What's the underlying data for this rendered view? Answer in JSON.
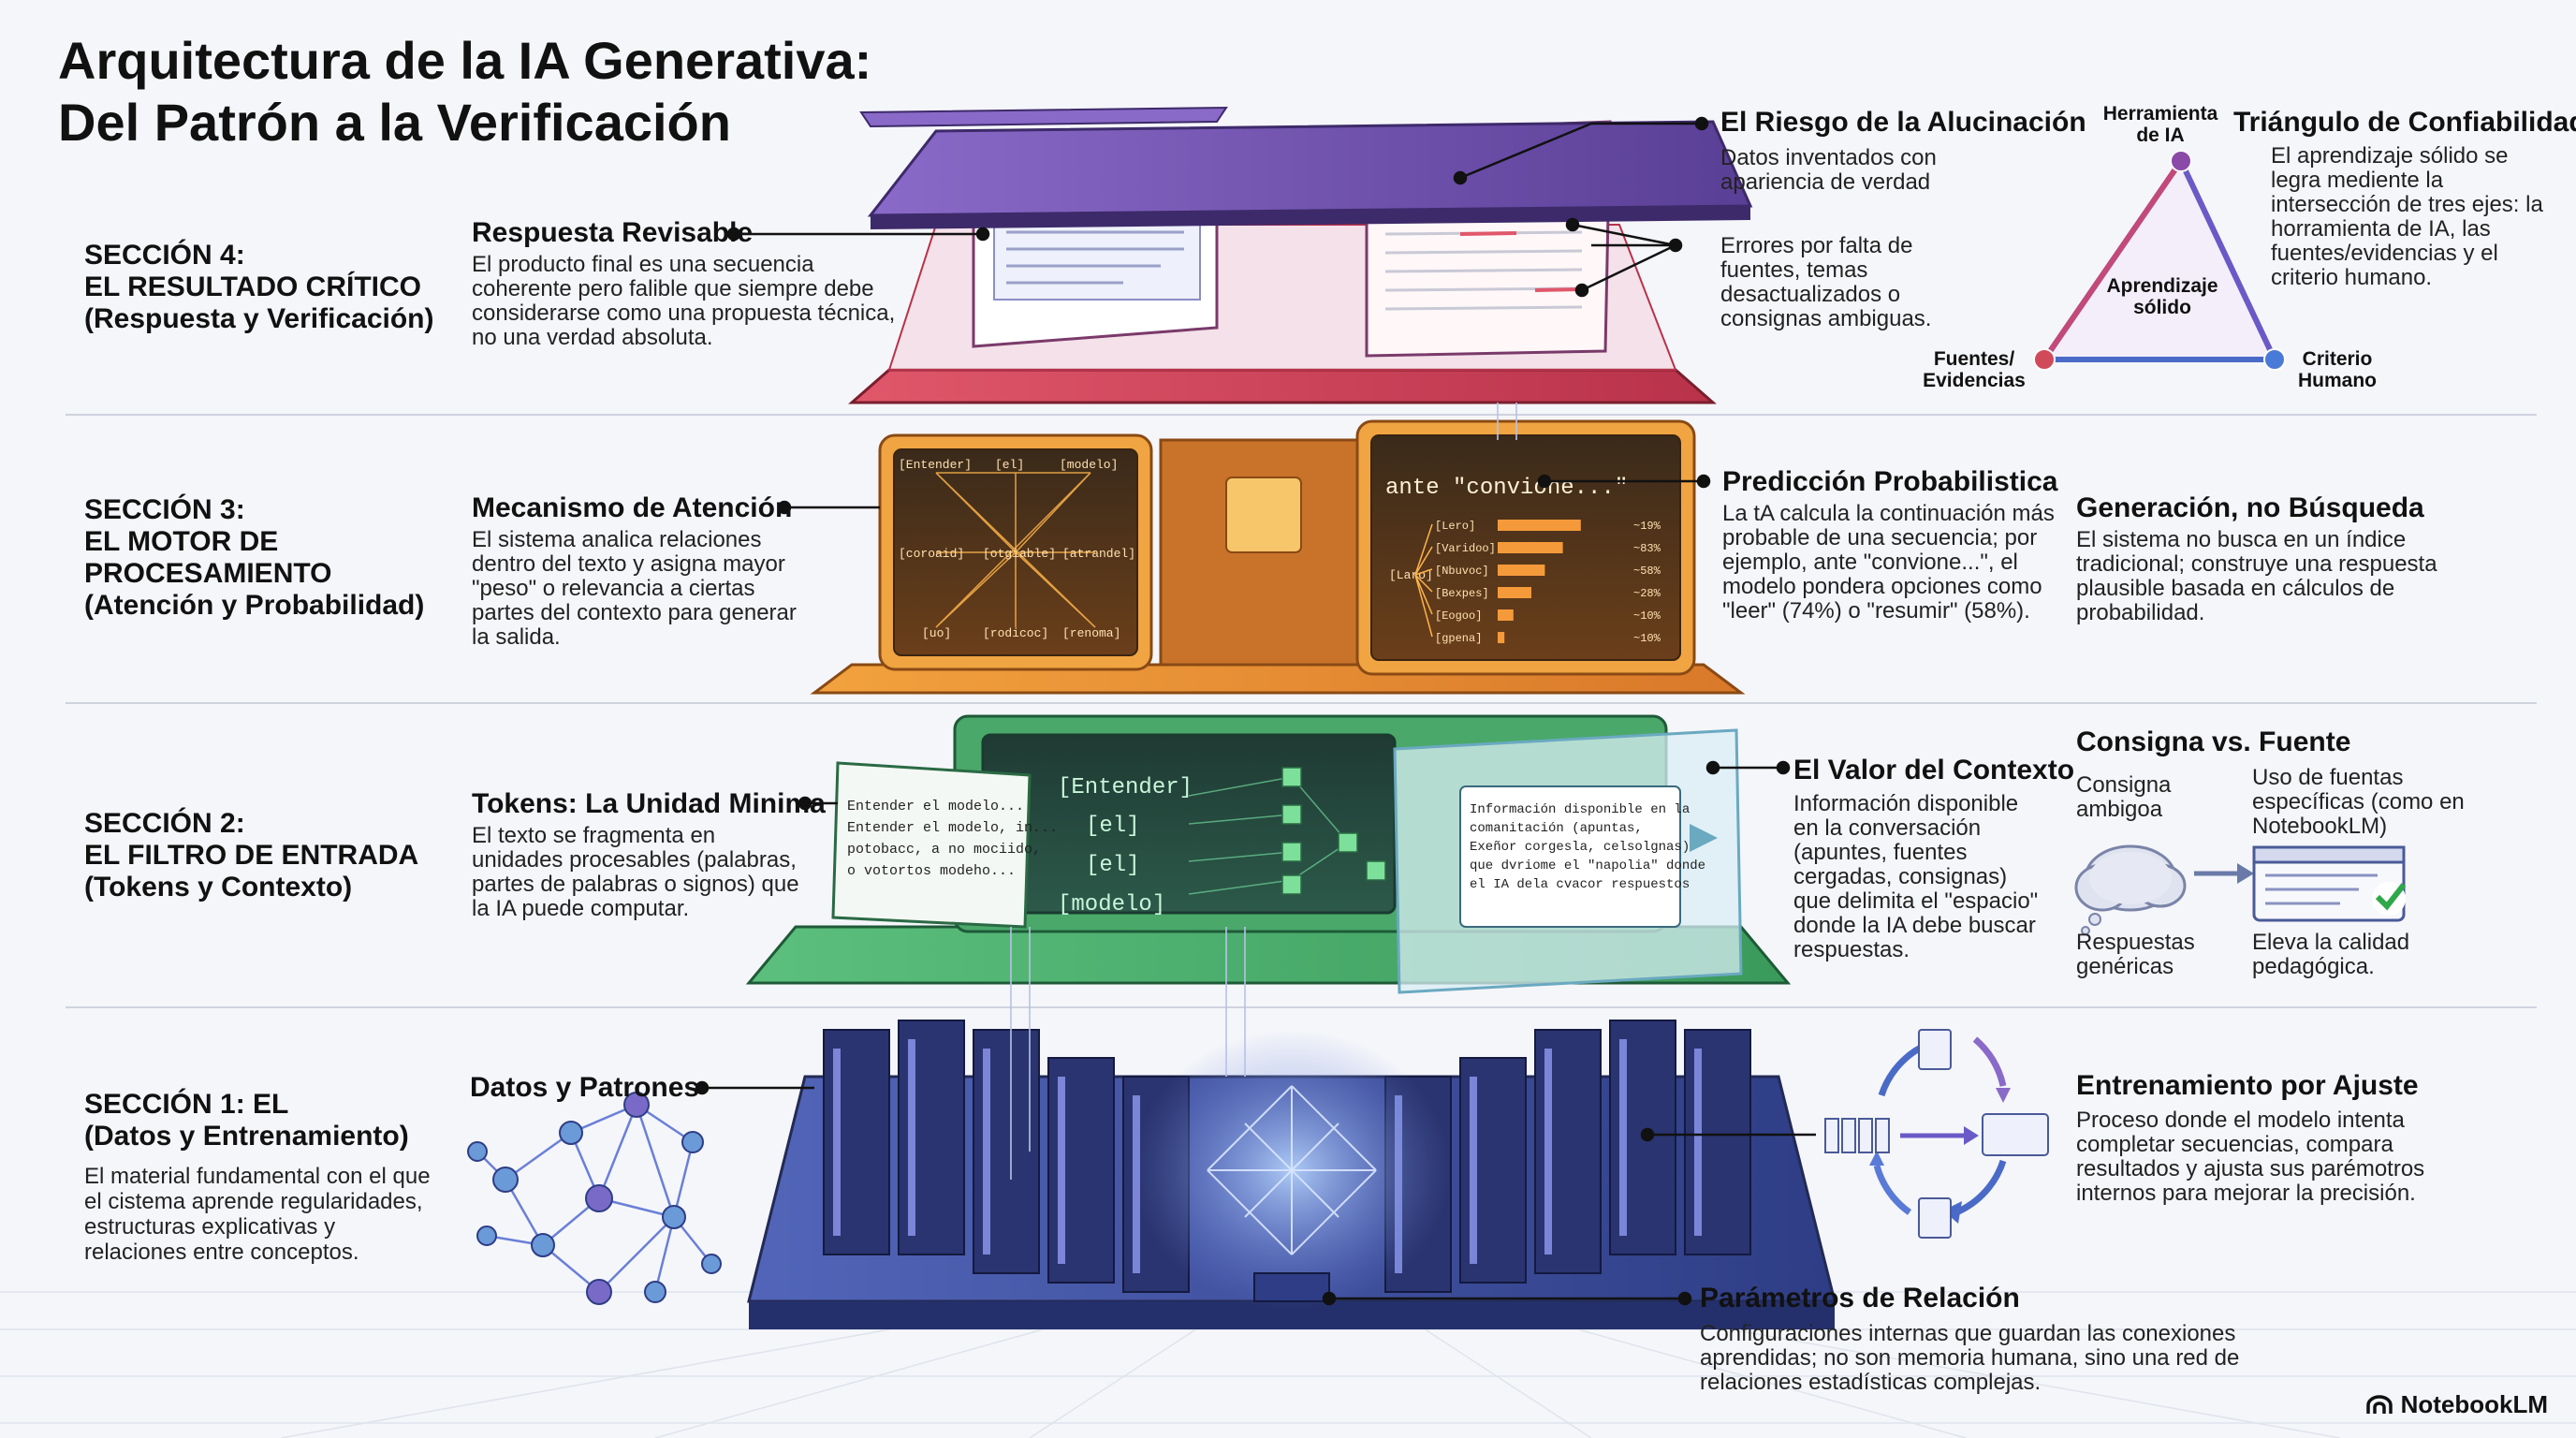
{
  "title_line1": "Arquitectura de la IA Generativa:",
  "title_line2": "Del Patrón a la Verificación",
  "sections": [
    {
      "label": "SECCIÓN 4:\nEL RESULTADO CRÍTICO\n(Respuesta y Verificación)"
    },
    {
      "label": "SECCIÓN 3:\nEL MOTOR DE\nPROCESAMIENTO\n(Atención y Probabilidad)"
    },
    {
      "label": "SECCIÓN 2:\nEL FILTRO DE ENTRADA\n(Tokens y Contexto)"
    },
    {
      "label": "SECCIÓN 1: EL\n(Datos y Entrenamiento)",
      "desc": "El material fundamental con el que el cistema aprende regularidades, estructuras explicativas y relaciones entre conceptos."
    }
  ],
  "callouts": {
    "respuesta": {
      "title": "Respuesta Revisable",
      "text": "El producto final es una secuencia coherente pero falible que siempre debe considerarse como una propuesta técnica, no una verdad absoluta."
    },
    "alucinacion": {
      "title": "El Riesgo de la Alucinación",
      "text1": "Datos inventados con apariencia de verdad",
      "text2": "Errores por falta de fuentes, temas desactualizados o consignas ambiguas."
    },
    "triangulo": {
      "title": "Triángulo de Confiabilidad",
      "text": "El aprendizaje sólido se legra mediente la intersección de tres ejes: la horramienta de IA, las fuentes/evidencias y el criterio humano.",
      "top": "Herramienta de IA",
      "center": "Aprendizaje sólido",
      "left": "Fuentes/ Evidencias",
      "right": "Criterio Humano"
    },
    "atencion": {
      "title": "Mecanismo de Atención",
      "text": "El sistema analica relaciones dentro del texto y asigna mayor \"peso\" o relevancia a ciertas partes del contexto para generar la salida."
    },
    "prediccion": {
      "title": "Predicción Probabilistica",
      "text": "La tA calcula la continuación más probable de una secuencia; por ejemplo, ante \"convione...\", el modelo pondera opciones como \"leer\" (74%) o \"resumir\" (58%)."
    },
    "generacion": {
      "title": "Generación, no Búsqueda",
      "text": "El sistema no busca en un índice tradicional; construye una respuesta plausible basada en cálculos de probabilidad."
    },
    "tokens": {
      "title": "Tokens: La Unidad Minima",
      "text": "El texto se fragmenta en unidades procesables (palabras, partes de palabras o signos) que la IA puede computar."
    },
    "contexto": {
      "title": "El Valor del Contexto",
      "text": "Información disponible en la conversación (apuntes, fuentes cergadas, consignas) que delimita el \"espacio\" donde la IA debe buscar respuestas."
    },
    "consigna": {
      "title": "Consigna vs. Fuente",
      "left_top": "Consigna ambigoa",
      "left_bottom": "Respuestas genéricas",
      "right_top": "Uso de fuentas específicas (como en NotebookLM)",
      "right_bottom": "Eleva la calidad pedagógica."
    },
    "datos": {
      "title": "Datos y Patrones"
    },
    "entrenamiento": {
      "title": "Entrenamiento por Ajuste",
      "text": "Proceso donde el modelo intenta completar secuencias, compara resultados y ajusta sus parémotros internos para mejorar la precisión."
    },
    "parametros": {
      "title": "Parámetros de Relación",
      "text": "Configuraciones internas que guardan las conexiones aprendidas; no son memoria humana, sino una red de relaciones estadísticas complejas."
    }
  },
  "screens": {
    "prompt": "ante \"convione...\"",
    "tokens": [
      "[Entender]",
      "[el]",
      "[el]",
      "[modelo]"
    ],
    "input_text": [
      "Entender el modelo...",
      "Entender el modelo, in...",
      "potobacc, a no mociido,",
      "o votortos modeho..."
    ],
    "context_text": [
      "Información disponible en la",
      "comanitación (apuntas,",
      "Exeñor corgesla, celsolgnas)",
      "que dvriome el \"napolia\" donde",
      "el IA dela cvacor respuestos"
    ],
    "attention_nodes": [
      "[Entender]",
      "[el]",
      "[modelo]",
      "[coroaid]",
      "[otgiable]",
      "[atrandel]",
      "[uo]",
      "[rodicoc]",
      "[renoma]"
    ],
    "prob_left": "[Laro]",
    "prob_rows": [
      {
        "label": "[Lero]",
        "pct": "19%",
        "value": 0.74
      },
      {
        "label": "[Varidoo]",
        "pct": "83%",
        "value": 0.58
      },
      {
        "label": "[Nbuvoc]",
        "pct": "58%",
        "value": 0.42
      },
      {
        "label": "[Bexpes]",
        "pct": "28%",
        "value": 0.3
      },
      {
        "label": "[Eogoo]",
        "pct": "10%",
        "value": 0.14
      },
      {
        "label": "[gpena]",
        "pct": "10%",
        "value": 0.06
      }
    ]
  },
  "brand": "NotebookLM",
  "colors": {
    "purple": "#6b4fa8",
    "red": "#d04a5a",
    "orange": "#e88a2c",
    "green": "#4aa86a",
    "blue": "#3b4fa0",
    "teal": "#3fa7a4"
  }
}
